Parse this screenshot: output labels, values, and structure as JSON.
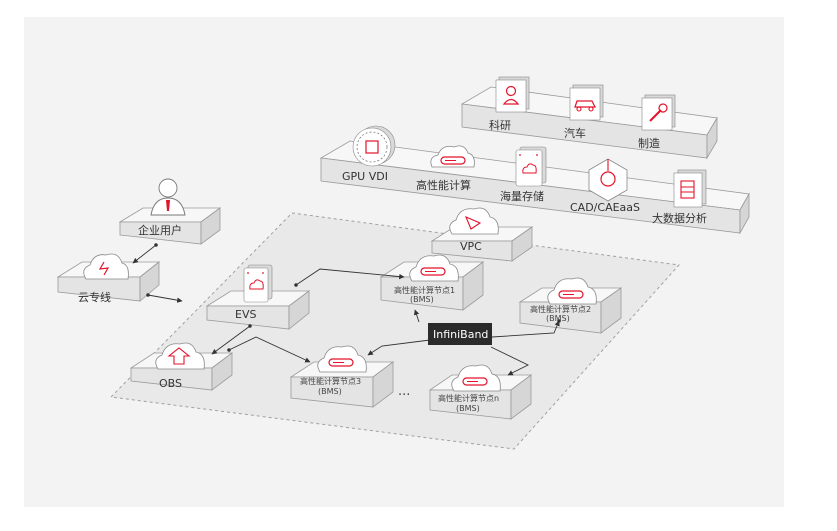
{
  "industries": {
    "research": "科研",
    "auto": "汽车",
    "manufacturing": "制造"
  },
  "apps": {
    "gpu_vdi": "GPU VDI",
    "hpc": "高性能计算",
    "storage": "海量存储",
    "cad": "CAD/CAEaaS",
    "bigdata": "大数据分析"
  },
  "network": {
    "enterprise_user": "企业用户",
    "direct_connect": "云专线",
    "vpc": "VPC",
    "evs": "EVS",
    "obs": "OBS",
    "infiniband": "InfiniBand",
    "ellipsis": "..."
  },
  "nodes": {
    "node1": "高性能计算节点1",
    "node2": "高性能计算节点2",
    "node3": "高性能计算节点3",
    "noden": "高性能计算节点n",
    "bms": "(BMS)"
  },
  "colors": {
    "accent": "#e3132b",
    "canvas": "#f3f3f3",
    "tile": "#f6f6f6",
    "edge": "#999999",
    "label_bg": "#2b2b2b"
  }
}
